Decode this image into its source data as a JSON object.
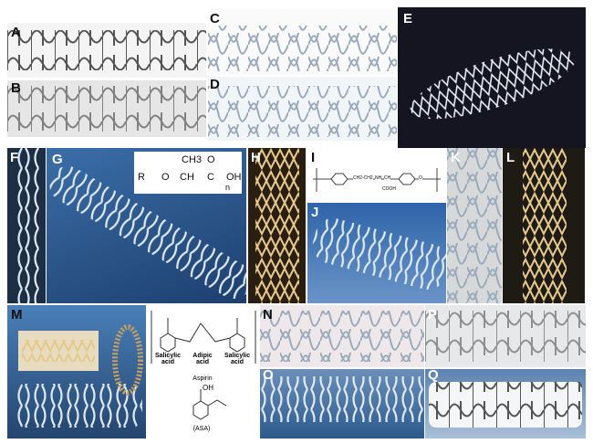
{
  "panels": {
    "A": "A",
    "B": "B",
    "C": "C",
    "D": "D",
    "E": "E",
    "F": "F",
    "G": "G",
    "H": "H",
    "I": "I",
    "J": "J",
    "K": "K",
    "L": "L",
    "M": "M",
    "N": "N",
    "O": "O",
    "P": "P",
    "Q": "Q"
  },
  "chem_g": {
    "r": "R",
    "o": "O",
    "ch": "CH",
    "ch3": "CH3",
    "c": "C",
    "o2": "O",
    "oh": "OH",
    "n": "n"
  },
  "chem_i": {
    "ch2a": "CH2-CH2",
    "nh": "NH",
    "ch": "CH",
    "cooh": "COOH",
    "o": "O"
  },
  "chem_m": {
    "salicylic1": "Salicylic acid",
    "adipic": "Adipic acid",
    "salicylic2": "Salicylic acid",
    "aspirin": "Aspirin",
    "oh": "OH",
    "asa": "(ASA)"
  },
  "colors": {
    "dark_bg": "#151522",
    "blue_bg": "#2a5a9a",
    "brown_bg": "#2a1e10"
  }
}
